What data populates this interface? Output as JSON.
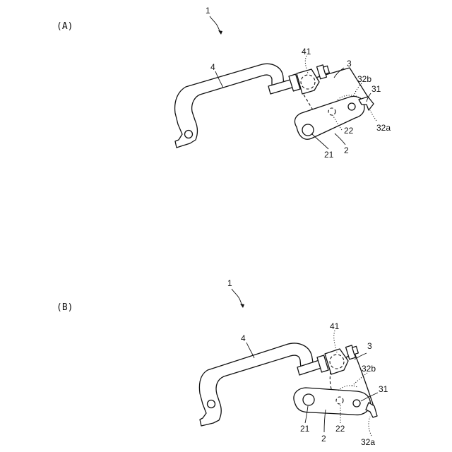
{
  "panel_a": {
    "label": "(A)",
    "refs": {
      "r1": "1",
      "r4": "4",
      "r41": "41",
      "r3": "3",
      "r32b": "32b",
      "r31": "31",
      "r32a": "32a",
      "r22": "22",
      "r21": "21",
      "r2": "2"
    }
  },
  "panel_b": {
    "label": "(B)",
    "refs": {
      "r1": "1",
      "r4": "4",
      "r41": "41",
      "r3": "3",
      "r32b": "32b",
      "r31": "31",
      "r32a": "32a",
      "r22": "22",
      "r21": "21",
      "r2": "2"
    }
  }
}
